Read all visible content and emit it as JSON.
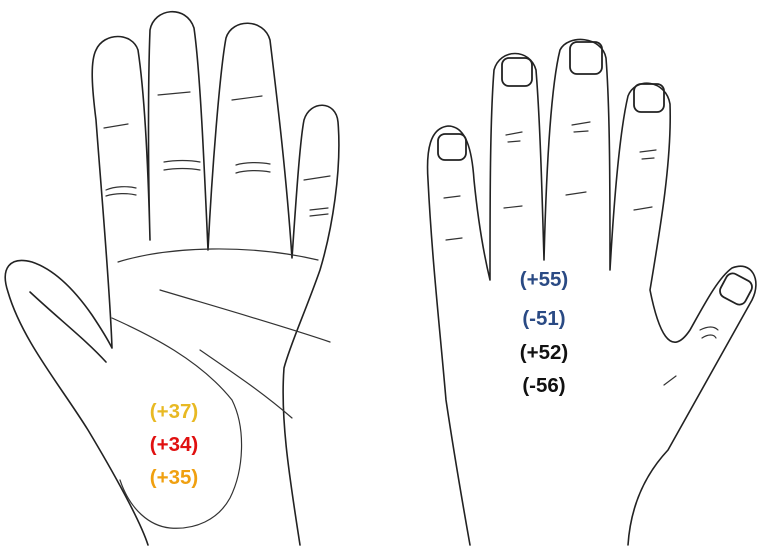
{
  "colors": {
    "amber": "#e8b923",
    "red": "#e01010",
    "orange": "#f0a010",
    "blue": "#2a4a84",
    "black": "#111111"
  },
  "palm_hand": {
    "labels": [
      {
        "text": "(+37)",
        "color": "#e8b923"
      },
      {
        "text": "(+34)",
        "color": "#e01010"
      },
      {
        "text": "(+35)",
        "color": "#f0a010"
      }
    ]
  },
  "back_hand": {
    "labels": [
      {
        "text": "(+55)",
        "color": "#2a4a84"
      },
      {
        "text": "(-51)",
        "color": "#2a4a84"
      },
      {
        "text": "(+52)",
        "color": "#111111"
      },
      {
        "text": "(-56)",
        "color": "#111111"
      }
    ]
  }
}
